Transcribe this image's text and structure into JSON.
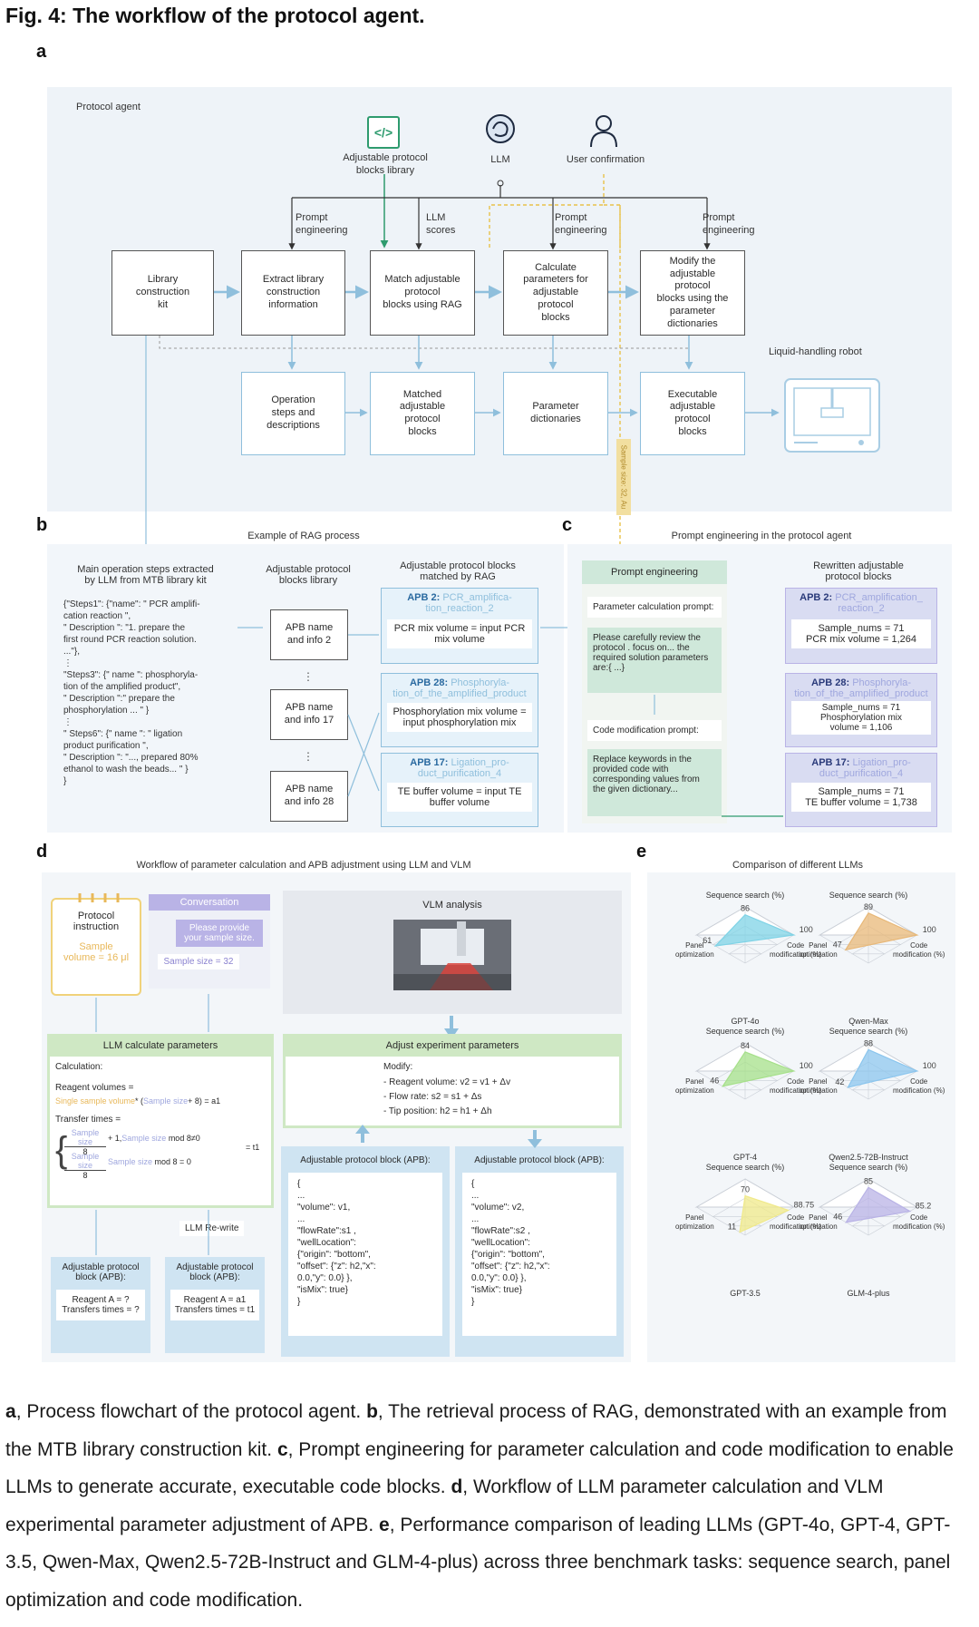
{
  "title": "Fig. 4: The workflow of the protocol agent.",
  "panels": {
    "a": "a",
    "b": "b",
    "c": "c",
    "d": "d",
    "e": "e"
  },
  "a": {
    "label": "Protocol agent",
    "icons": [
      {
        "label": "Adjustable protocol\nblocks library",
        "icon": "code-icon"
      },
      {
        "label": "LLM",
        "icon": "brain-icon"
      },
      {
        "label": "User confirmation",
        "icon": "user-icon"
      }
    ],
    "edge_labels": {
      "pe1": "Prompt\nengineering",
      "llm_scores": "LLM\nscores",
      "pe2": "Prompt\nengineering",
      "pe3": "Prompt\nengineering"
    },
    "top_boxes": [
      "Library\nconstruction\nkit",
      "Extract library\nconstruction\ninformation",
      "Match adjustable\nprotocol\nblocks using RAG",
      "Calculate\nparameters for\nadjustable\nprotocol\nblocks",
      "Modify the\nadjustable\nprotocol\nblocks using the\nparameter\ndictionaries"
    ],
    "bottom_boxes": [
      "Operation\nsteps and\ndescriptions",
      "Matched\nadjustable\nprotocol\nblocks",
      "Parameter\ndictionaries",
      "Executable\nadjustable\nprotocol\nblocks"
    ],
    "robot_label": "Liquid-handling robot",
    "vertical_label": "Sample size: 32, Au"
  },
  "b": {
    "title": "Example of RAG process",
    "col1_title": "Main operation steps extracted\nby LLM from MTB library kit",
    "col1_text": "{\"Steps1\": {\"name\": \" PCR amplifi-\ncation reaction \",\n\" Description \": \"1. prepare the\nfirst round PCR reaction solution.\n...\"},\n⋮\n\"Steps3\": {\" name \": phosphoryla-\ntion of the amplified product\",\n\" Description \":\" prepare the\nphosphorylation ... \" }\n⋮\n\" Steps6\": {\" name \": \" ligation\nproduct purification \",\n\" Description \": \"..., prepared 80%\nethanol to wash the beads... \" }\n}",
    "col2_title": "Adjustable protocol\nblocks library",
    "col2_items": [
      "APB name\nand info 2",
      "APB name\nand info 17",
      "APB name\nand info 28"
    ],
    "col3_title": "Adjustable protocol blocks\nmatched by RAG",
    "col3_items": [
      {
        "head": "APB 2:",
        "name": "PCR_amplifica-\ntion_reaction_2",
        "text": "PCR mix volume = input PCR\nmix volume"
      },
      {
        "head": "APB 28:",
        "name": "Phosphoryla-\ntion_of_the_amplified_product",
        "text": "Phosphorylation mix volume =\ninput phosphorylation mix"
      },
      {
        "head": "APB 17:",
        "name": "Ligation_pro-\nduct_purification_4",
        "text": "TE buffer volume = input TE\nbuffer volume"
      }
    ]
  },
  "c": {
    "title": "Prompt engineering in the protocol agent",
    "pe_title": "Prompt engineering",
    "param_title": "Parameter calculation prompt:",
    "param_text": "Please carefully review the\nprotocol . focus on... the\nrequired solution parameters\nare:{ ...}",
    "code_title": "Code modification prompt:",
    "code_text": "Replace keywords in the\nprovided code with\ncorresponding values from\nthe given dictionary...",
    "rew_title": "Rewritten adjustable\nprotocol blocks",
    "rew_items": [
      {
        "head": "APB 2:",
        "name": "PCR_amplification_\nreaction_2",
        "text": "Sample_nums = 71\nPCR mix volume = 1,264"
      },
      {
        "head": "APB 28:",
        "name": "Phosphoryla-\ntion_of_the_amplified_product",
        "text": "Sample_nums = 71\nPhosphorylation mix\nvolume = 1,106"
      },
      {
        "head": "APB 17:",
        "name": "Ligation_pro-\nduct_purification_4",
        "text": "Sample_nums = 71\nTE buffer volume = 1,738"
      }
    ]
  },
  "d": {
    "title": "Workflow of parameter calculation and APB adjustment using LLM and VLM",
    "protocol_title": "Protocol\ninstruction",
    "protocol_sample": "Sample\nvolume = 16 μl",
    "conv_title": "Conversation",
    "conv_bubble": "Please provide\nyour sample size.",
    "conv_reply": "Sample size = 32",
    "vlm_title": "VLM analysis",
    "llm_calc_title": "LLM calculate parameters",
    "calc_label": "Calculation:",
    "reagent_label": "Reagent volumes =",
    "reagent_formula_a": "Single sample volume",
    "reagent_formula_b": "* (",
    "reagent_formula_c": "Sample size",
    "reagent_formula_d": "+ 8) = a1",
    "transfer_label": "Transfer times =",
    "frac_top_num": "Sample size",
    "frac_den": "8",
    "frac_top_rest": "+ 1,",
    "frac_top_cond_a": "Sample size",
    "frac_top_cond_b": "mod 8≠0",
    "frac_bot_cond_b": "mod 8 = 0",
    "frac_result": "= t1",
    "adjust_title": "Adjust experiment parameters",
    "modify_label": "Modify:",
    "modify_lines": "- Reagent volume: v2 = v1 + Δv\n- Flow rate: s2 = s1 + Δs\n- Tip position: h2 = h1 + Δh",
    "rewrite_label": "LLM Re-write",
    "apb_small_title": "Adjustable protocol\nblock (APB):",
    "apb_small_left": "Reagent A = ?\nTransfers times = ?",
    "apb_small_right": "Reagent A = a1\nTransfers times = t1",
    "apb_title": "Adjustable protocol block (APB):",
    "apb_code_left": "{\n...\n\"volume\": v1,\n...\n\"flowRate\":s1 ,\n\"wellLocation\":\n{\"origin\": \"bottom\",\n\"offset\": {\"z\": h2,\"x\":\n0.0,\"y\": 0.0} },\n\"isMix\": true}\n}",
    "apb_code_right": "{\n...\n\"volume\": v2,\n...\n\"flowRate\":s2 ,\n\"wellLocation\":\n{\"origin\": \"bottom\",\n\"offset\": {\"z\": h2,\"x\":\n0.0,\"y\": 0.0} },\n\"isMix\": true}\n}"
  },
  "e": {
    "title": "Comparison of different LLMs"
  },
  "chart_data": {
    "type": "radar",
    "axes": [
      "Sequence search (%)",
      "Panel\noptimization",
      "Code\nmodification (%)"
    ],
    "models": [
      {
        "name": "GPT-4o",
        "values": [
          86,
          61,
          100
        ],
        "color": "#7fd3e6"
      },
      {
        "name": "Qwen-Max",
        "values": [
          89,
          47,
          100
        ],
        "color": "#e8b878"
      },
      {
        "name": "GPT-4",
        "values": [
          84,
          46,
          100
        ],
        "color": "#a6e08a"
      },
      {
        "name": "Qwen2.5-72B-Instruct",
        "values": [
          88,
          42,
          100
        ],
        "color": "#8cc6ee"
      },
      {
        "name": "GPT-3.5",
        "values": [
          70,
          11,
          88.75
        ],
        "color": "#f0e98a"
      },
      {
        "name": "GLM-4-plus",
        "values": [
          85,
          46,
          85.2
        ],
        "color": "#b9b3e6"
      }
    ]
  },
  "caption": [
    {
      "b": "a",
      "t": ", Process flowchart of the protocol agent. "
    },
    {
      "b": "b",
      "t": ", The retrieval process of RAG, demonstrated with an example from the MTB library construction kit. "
    },
    {
      "b": "c",
      "t": ", Prompt engineering for parameter calculation and code modification to enable LLMs to generate accurate, executable code blocks. "
    },
    {
      "b": "d",
      "t": ", Workflow of LLM parameter calculation and VLM experimental parameter adjustment of APB. "
    },
    {
      "b": "e",
      "t": ", Performance comparison of leading LLMs (GPT-4o, GPT-4, GPT-3.5, Qwen-Max, Qwen2.5-72B-Instruct and GLM-4-plus) across three benchmark tasks: sequence search, panel optimization and code modification."
    }
  ]
}
